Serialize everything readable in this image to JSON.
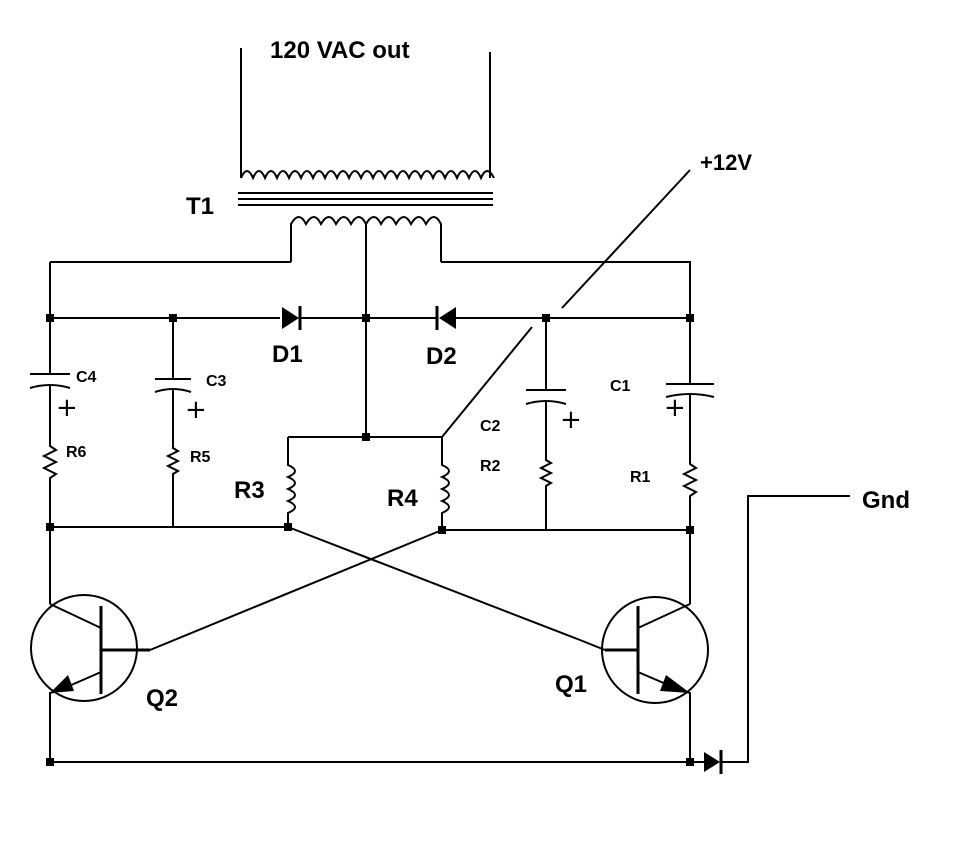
{
  "labels": {
    "output": "120 VAC out",
    "transformer": "T1",
    "supply": "+12V",
    "ground": "Gnd",
    "d1": "D1",
    "d2": "D2",
    "c1": "C1",
    "c2": "C2",
    "c3": "C3",
    "c4": "C4",
    "r1": "R1",
    "r2": "R2",
    "r3": "R3",
    "r4": "R4",
    "r5": "R5",
    "r6": "R6",
    "q1": "Q1",
    "q2": "Q2",
    "polarity_plus": "+"
  }
}
